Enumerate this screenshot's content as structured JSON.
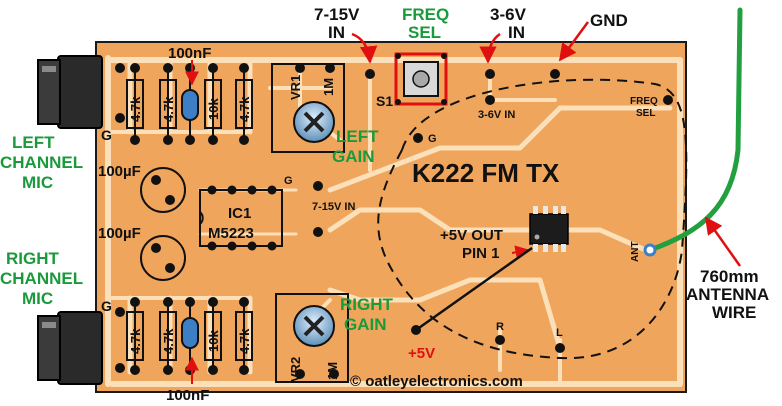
{
  "top_labels": {
    "vin_line1": "7-15V",
    "vin_line2": "IN",
    "freq_line1": "FREQ",
    "freq_line2": "SEL",
    "v36_line1": "3-6V",
    "v36_line2": "IN",
    "gnd": "GND"
  },
  "left_labels": {
    "left_line1": "LEFT",
    "left_line2": "CHANNEL",
    "left_line3": "MIC",
    "right_line1": "RIGHT",
    "right_line2": "CHANNEL",
    "right_line3": "MIC"
  },
  "right_labels": {
    "ant_line1": "760mm",
    "ant_line2": "ANTENNA",
    "ant_line3": "WIRE"
  },
  "board": {
    "title": "K222 FM TX",
    "credit": "© oatleyelectronics.com",
    "cap_top": "100nF",
    "cap_bottom": "100nF",
    "elec_cap_top": "100µF",
    "elec_cap_bottom": "100µF",
    "ic_name": "IC1",
    "ic_part": "M5223",
    "pin_note_line1": "+5V OUT",
    "pin_note_line2": "PIN 1",
    "plus5v": "+5V",
    "left_gain_line1": "LEFT",
    "left_gain_line2": "GAIN",
    "right_gain_line1": "RIGHT",
    "right_gain_line2": "GAIN",
    "s1": "S1",
    "vr1": "VR1",
    "vr1_val": "1M",
    "vr2": "VR2",
    "vr2_val": "1M",
    "silk_715": "7-15V IN",
    "silk_36": "3-6V IN",
    "silk_freq1": "FREQ",
    "silk_freq2": "SEL",
    "silk_ant": "ANT",
    "silk_r": "R",
    "silk_l": "L",
    "silk_g_top": "G",
    "silk_g_mid": "G",
    "g_left_top": "G",
    "g_left_bottom": "G",
    "res_top": [
      "4.7k",
      "4.7k",
      "10k",
      "4.7k"
    ],
    "res_bottom": [
      "4.7k",
      "4.7k",
      "10k",
      "4.7k"
    ]
  },
  "colors": {
    "board": "#f0a55c",
    "track": "#fbe0b9",
    "label_green": "#1a9a3a",
    "arrow_red": "#e01010",
    "antenna": "#22a040"
  }
}
